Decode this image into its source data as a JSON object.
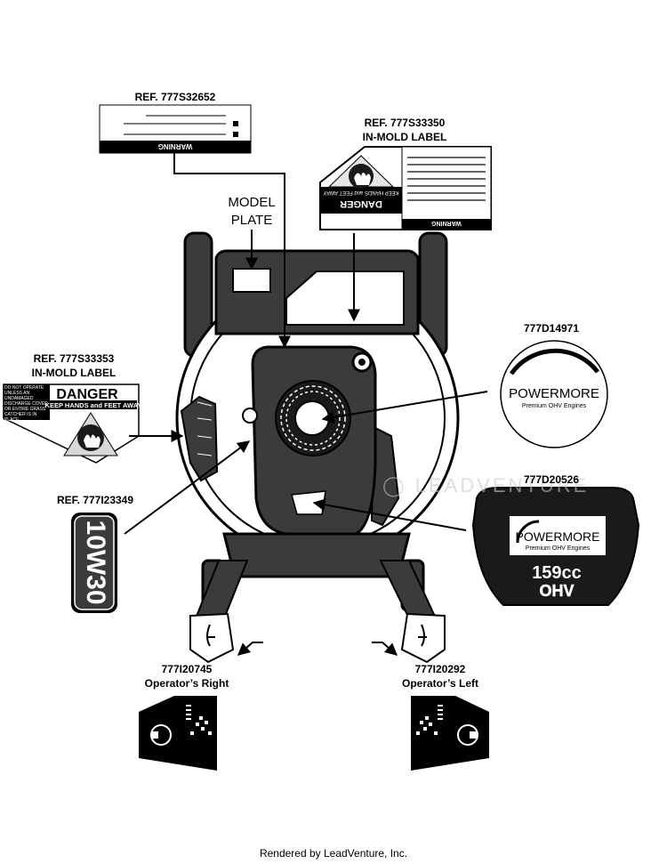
{
  "labels": {
    "ref_32652": "REF. 777S32652",
    "ref_33350_line1": "REF. 777S33350",
    "ref_33350_line2": "IN-MOLD LABEL",
    "model_plate_line1": "MODEL",
    "model_plate_line2": "PLATE",
    "ref_33353_line1": "REF. 777S33353",
    "ref_33353_line2": "IN-MOLD LABEL",
    "ref_23349": "REF. 777I23349",
    "part_14971": "777D14971",
    "part_20526": "777D20526",
    "part_20745": "777I20745",
    "operator_right": "Operator’s Right",
    "part_20292": "777I20292",
    "operator_left": "Operator’s Left"
  },
  "decals": {
    "warning_title": "WARNING",
    "danger_title": "DANGER",
    "danger_subtitle": "KEEP HANDS and FEET AWAY",
    "danger_side_text": "DO NOT OPERATE UNLESS AN UNDAMAGED DISCHARGE COVER OR ENTIRE GRASS CATCHER IS IN PLACE.",
    "oil_label": "10W30",
    "brand": "POWERMORE",
    "brand_tagline": "Premium OHV Engines",
    "displacement": "159cc",
    "engine_type": "OHV"
  },
  "footer": "Rendered by LeadVenture, Inc.",
  "colors": {
    "ink": "#000000",
    "body_fill": "#3b3b3b",
    "panel_fill": "#1a1a1a",
    "paper": "#ffffff"
  }
}
